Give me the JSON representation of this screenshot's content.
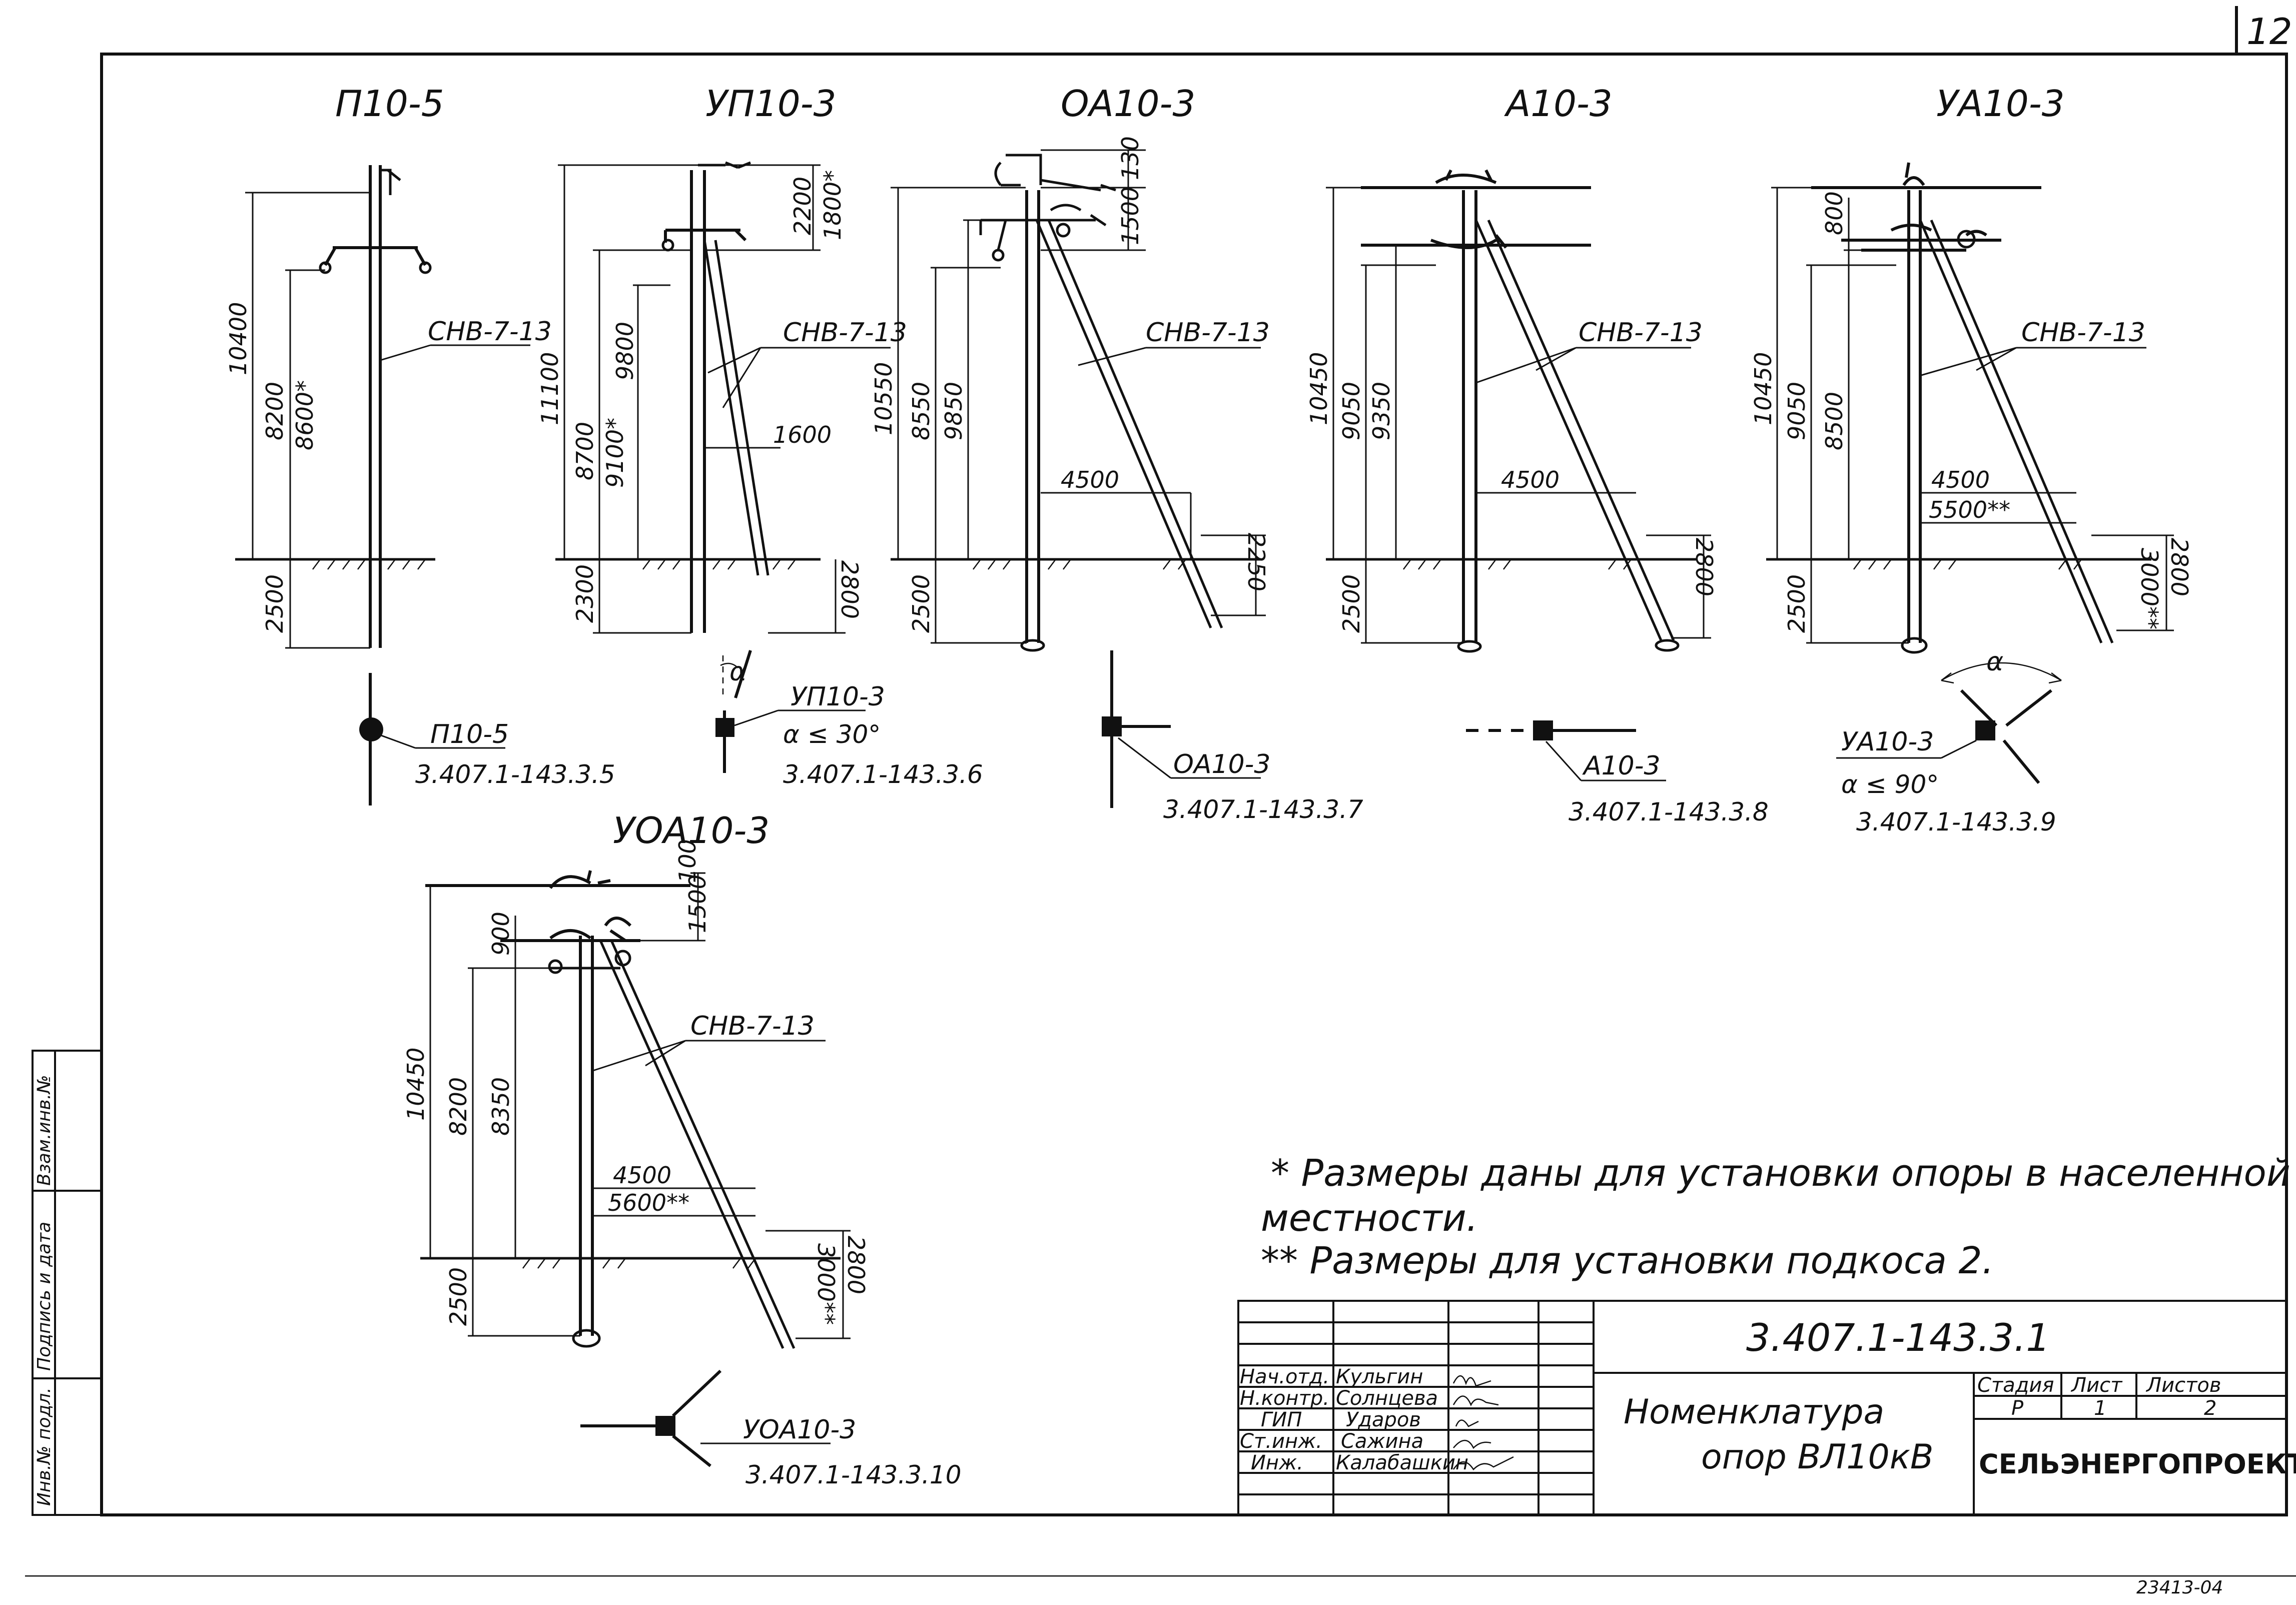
{
  "sheet_number": "12",
  "archive_number": "23413-04",
  "side_stamp": [
    "Инв.№ подл.",
    "Подпись и дата",
    "Взам.инв.№"
  ],
  "poles": [
    {
      "id": "p10-5",
      "title": "П10-5",
      "strut_label": "СНВ-7-13",
      "dims": [
        "10400",
        "8200",
        "8600*",
        "2500"
      ],
      "plan_label": "П10-5",
      "plan_code": "3.407.1-143.3.5"
    },
    {
      "id": "up10-3",
      "title": "УП10-3",
      "strut_label": "СНВ-7-13",
      "dims": [
        "11100",
        "9800",
        "8700",
        "9100*",
        "2200",
        "1800*",
        "1600",
        "2300",
        "2800"
      ],
      "plan_label": "УП10-3",
      "plan_angle": "α ≤ 30°",
      "plan_code": "3.407.1-143.3.6"
    },
    {
      "id": "oa10-3",
      "title": "ОА10-3",
      "strut_label": "СНВ-7-13",
      "dims": [
        "10550",
        "8550",
        "9850",
        "130",
        "1500",
        "4500",
        "2500",
        "2250"
      ],
      "plan_label": "ОА10-3",
      "plan_code": "3.407.1-143.3.7"
    },
    {
      "id": "a10-3",
      "title": "А10-3",
      "strut_label": "СНВ-7-13",
      "dims": [
        "10450",
        "9050",
        "9350",
        "4500",
        "2500",
        "2800"
      ],
      "plan_label": "А10-3",
      "plan_code": "3.407.1-143.3.8"
    },
    {
      "id": "ua10-3",
      "title": "УА10-3",
      "strut_label": "СНВ-7-13",
      "dims": [
        "10450",
        "9050",
        "8500",
        "800",
        "4500",
        "5500**",
        "2500",
        "2800",
        "3000**"
      ],
      "plan_label": "УА10-3",
      "plan_angle": "α ≤ 90°",
      "plan_code": "3.407.1-143.3.9",
      "angle_symbol": "α"
    },
    {
      "id": "uoa10-3",
      "title": "УОА10-3",
      "strut_label": "СНВ-7-13",
      "dims": [
        "10450",
        "8200",
        "8350",
        "900",
        "100",
        "1500",
        "4500",
        "5600**",
        "2500",
        "2800",
        "3000**"
      ],
      "plan_label": "УОА10-3",
      "plan_code": "3.407.1-143.3.10"
    }
  ],
  "notes": [
    "* Размеры даны для установки опоры в населенной",
    "местности.",
    "** Размеры для установки подкоса 2."
  ],
  "title_block": {
    "designation": "3.407.1-143.3.1",
    "document_name": [
      "Номенклатура",
      "опор ВЛ10кВ"
    ],
    "stage_header": "Стадия",
    "sheet_header": "Лист",
    "sheets_header": "Листов",
    "stage": "Р",
    "sheet": "1",
    "sheets": "2",
    "organization": "СЕЛЬЭНЕРГОПРОЕКТ",
    "signatures": [
      {
        "role": "Нач.отд.",
        "name": "Кульгин"
      },
      {
        "role": "Н.контр.",
        "name": "Солнцева"
      },
      {
        "role": "ГИП",
        "name": "Ударов"
      },
      {
        "role": "Ст.инж.",
        "name": "Сажина"
      },
      {
        "role": "Инж.",
        "name": "Калабашкин"
      }
    ]
  }
}
